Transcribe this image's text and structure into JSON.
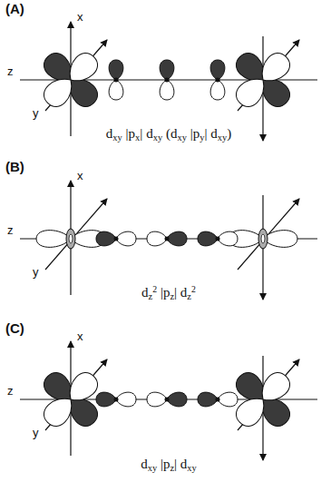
{
  "diagram": {
    "labels": [
      "(A)",
      "x",
      "z",
      "y",
      "dxy |px| dxy (dxy |py| dxy)",
      "(B)",
      "x",
      "z",
      "y",
      "dz2 |pz| dz2",
      "(C)",
      "x",
      "z",
      "y",
      "dxy |pz| dxy"
    ]
  }
}
